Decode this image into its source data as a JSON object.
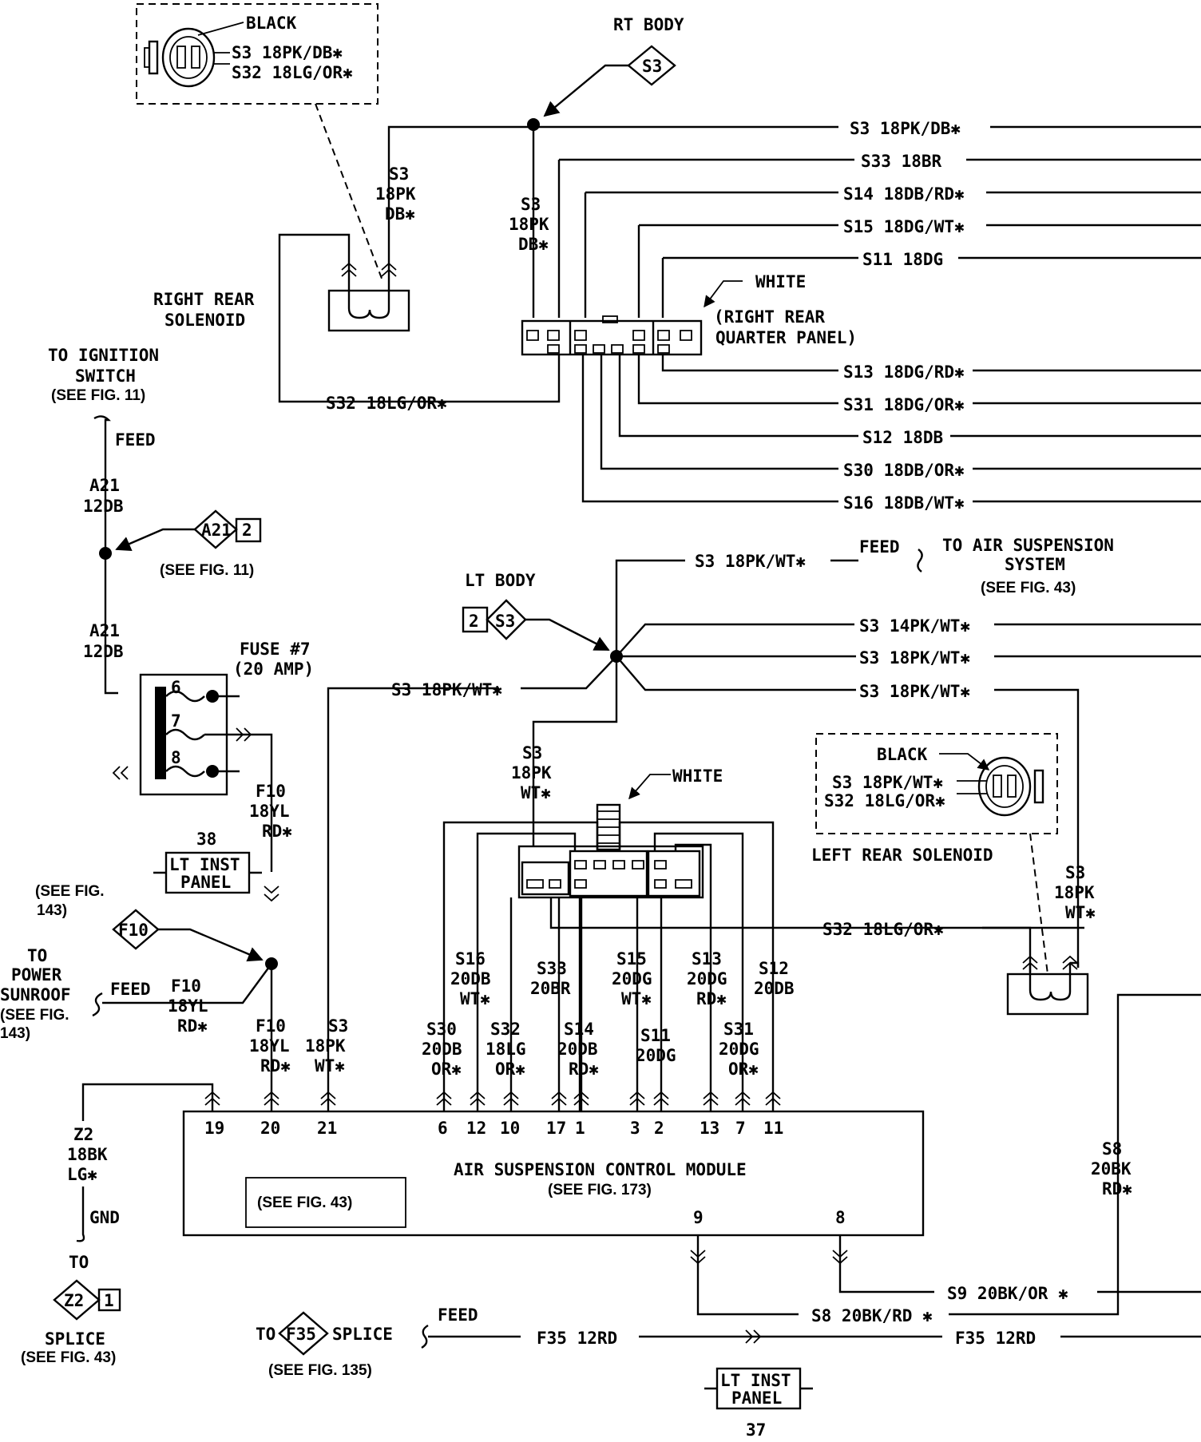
{
  "rt_body": "RT BODY",
  "lt_body": "LT BODY",
  "splice_s3": "S3",
  "splice_s3_lt_num": "2",
  "rr_connector": {
    "color": "BLACK",
    "pin1": "S3 18PK/DB✱",
    "pin2": "S32 18LG/OR✱"
  },
  "rr_solenoid": [
    "RIGHT REAR",
    "SOLENOID"
  ],
  "rr_feed_label": [
    "S3",
    "18PK",
    "DB✱"
  ],
  "rr_ground_wire": "S32 18LG/OR✱",
  "quarter_panel": {
    "color": "WHITE",
    "location": [
      "(RIGHT REAR",
      "QUARTER PANEL)"
    ],
    "in_label": [
      "S3",
      "18PK",
      "DB✱"
    ]
  },
  "right_wires": [
    "S3 18PK/DB✱",
    "S33 18BR",
    "S14 18DB/RD✱",
    "S15 18DG/WT✱",
    "S11 18DG",
    "S13 18DG/RD✱",
    "S31 18DG/OR✱",
    "S12 18DB",
    "S30 18DB/OR✱",
    "S16 18DB/WT✱"
  ],
  "ignition": {
    "to": [
      "TO IGNITION",
      "SWITCH"
    ],
    "see": "(SEE FIG. 11)",
    "feed": "FEED",
    "wire1": [
      "A21",
      "12DB"
    ],
    "splice": "A21",
    "splice_num": "2",
    "splice_see": "(SEE FIG. 11)",
    "wire2": [
      "A21",
      "12DB"
    ]
  },
  "fuse": {
    "label": [
      "FUSE #7",
      "(20 AMP)"
    ],
    "pins": [
      "6",
      "7",
      "8"
    ]
  },
  "f10_wire1": [
    "F10",
    "18YL",
    "RD✱"
  ],
  "lt_inst_panel_top": {
    "num": "38",
    "label": [
      "LT INST",
      "PANEL"
    ]
  },
  "see_fig_143": [
    "(SEE FIG.",
    "143)"
  ],
  "f10_splice": "F10",
  "sunroof": {
    "to": [
      "TO",
      "POWER",
      "SUNROOF"
    ],
    "see": [
      "(SEE FIG.",
      "143)"
    ],
    "feed": "FEED",
    "wire": [
      "F10",
      "18YL",
      "RD✱"
    ]
  },
  "f10_wire2": [
    "F10",
    "18YL",
    "RD✱"
  ],
  "s3_wt_wire": "S3 18PK/WT✱",
  "s3_wt_down": [
    "S3",
    "18PK",
    "WT✱"
  ],
  "air_susp_feed": {
    "wire": "S3 18PK/WT✱",
    "feed": "FEED",
    "to": [
      "TO AIR SUSPENSION",
      "SYSTEM"
    ],
    "see": "(SEE FIG. 43)"
  },
  "lt_wires": [
    "S3 14PK/WT✱",
    "S3 18PK/WT✱",
    "S3 18PK/WT✱"
  ],
  "left_connector_in": [
    "S3",
    "18PK",
    "WT✱"
  ],
  "left_connector_color": "WHITE",
  "lr_connector": {
    "color": "BLACK",
    "pin1": "S3 18PK/WT✱",
    "pin2": "S32 18LG/OR✱"
  },
  "lr_solenoid": "LEFT REAR SOLENOID",
  "lr_feed": [
    "S3",
    "18PK",
    "WT✱"
  ],
  "lr_ground_wire": "S32 18LG/OR✱",
  "module_wires": [
    [
      "S30",
      "20DB",
      "OR✱"
    ],
    [
      "S16",
      "20DB",
      "WT✱"
    ],
    [
      "S32",
      "18LG",
      "OR✱"
    ],
    [
      "S33",
      "20BR"
    ],
    [
      "S14",
      "20DB",
      "RD✱"
    ],
    [
      "S15",
      "20DG",
      "WT✱"
    ],
    [
      "S11",
      "20DG"
    ],
    [
      "S13",
      "20DG",
      "RD✱"
    ],
    [
      "S31",
      "20DG",
      "OR✱"
    ],
    [
      "S12",
      "20DB"
    ]
  ],
  "module_f10": [
    "F10",
    "18YL",
    "RD✱"
  ],
  "module_s3": [
    "S3",
    "18PK",
    "WT✱"
  ],
  "module": {
    "title": "AIR SUSPENSION CONTROL MODULE",
    "see": "(SEE FIG. 173)",
    "see_box": "(SEE FIG. 43)",
    "pins_top": [
      "19",
      "20",
      "21",
      "6",
      "12",
      "10",
      "17",
      "1",
      "3",
      "2",
      "13",
      "7",
      "11"
    ],
    "pins_bottom": [
      "9",
      "8"
    ]
  },
  "ground": {
    "wire": [
      "Z2",
      "18BK",
      "LG✱"
    ],
    "gnd": "GND",
    "to": "TO",
    "splice": "Z2",
    "splice_num": "1",
    "label": "SPLICE",
    "see": "(SEE FIG. 43)"
  },
  "s8_wire": [
    "S8",
    "20BK",
    "RD✱"
  ],
  "s9_wire": "S9 20BK/OR ✱",
  "s8_bottom": "S8 20BK/RD ✱",
  "f35": {
    "to": "TO",
    "splice": "F35",
    "label": "SPLICE",
    "see": "(SEE FIG. 135)",
    "feed": "FEED",
    "wire1": "F35 12RD",
    "wire2": "F35 12RD"
  },
  "lt_inst_panel_bottom": {
    "label": [
      "LT INST",
      "PANEL"
    ],
    "num": "37"
  }
}
